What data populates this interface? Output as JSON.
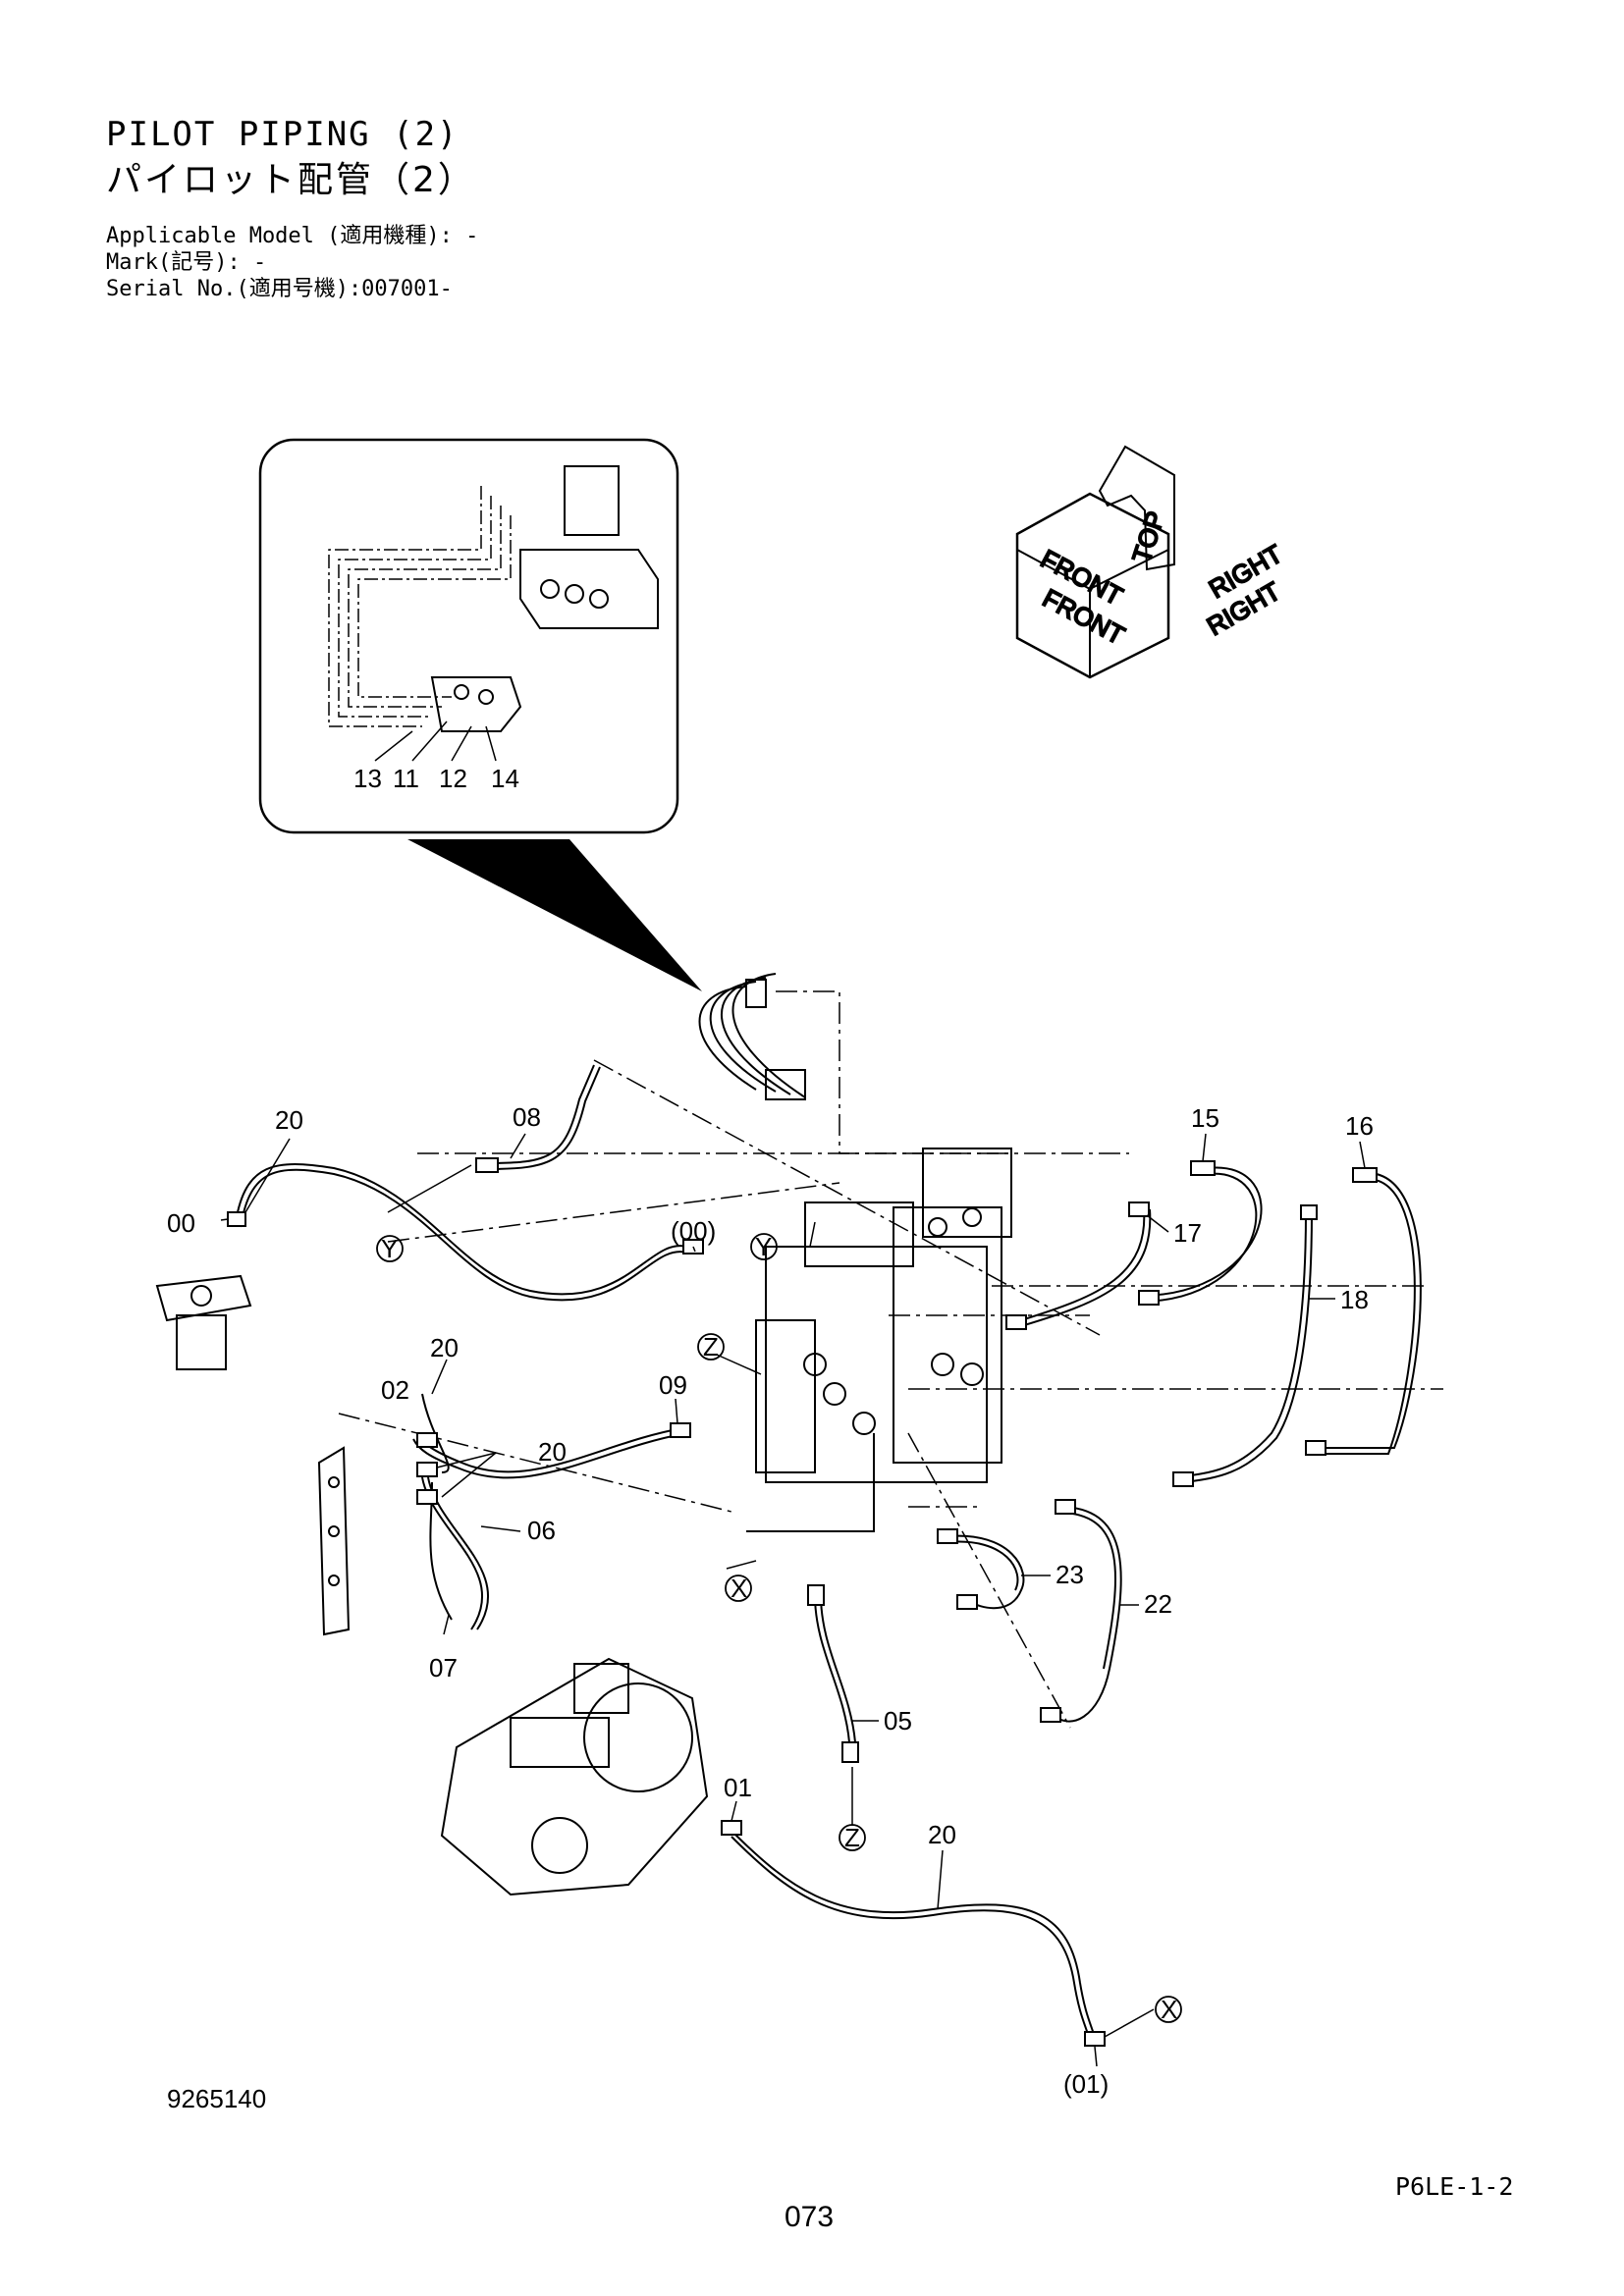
{
  "header": {
    "title_en": "PILOT PIPING (2)",
    "title_ja": "パイロット配管（2）",
    "applicable_model": "Applicable Model (適用機種): -",
    "mark": "Mark(記号): -",
    "serial_no": "Serial No.(適用号機):007001-"
  },
  "orientation": {
    "top": "TOP",
    "front_small": "FRONT",
    "right_small": "RIGHT",
    "front": "FRONT",
    "right": "RIGHT"
  },
  "detail_callouts": [
    "13",
    "11",
    "12",
    "14"
  ],
  "callouts": {
    "c20a": "20",
    "c08": "08",
    "c00": "00",
    "c00p": "(00)",
    "c15": "15",
    "c16": "16",
    "c17": "17",
    "c18": "18",
    "c20b": "20",
    "c02": "02",
    "c09": "09",
    "c20c": "20",
    "c06": "06",
    "c07": "07",
    "c23": "23",
    "c22": "22",
    "c05": "05",
    "c01": "01",
    "c20d": "20",
    "c01p": "(01)"
  },
  "connectors": {
    "Y1": "Y",
    "Y2": "Y",
    "Z1": "Z",
    "Z2": "Z",
    "X1": "X",
    "X2": "X"
  },
  "footer": {
    "drawing_no": "9265140",
    "code": "P6LE-1-2",
    "page": "073"
  }
}
